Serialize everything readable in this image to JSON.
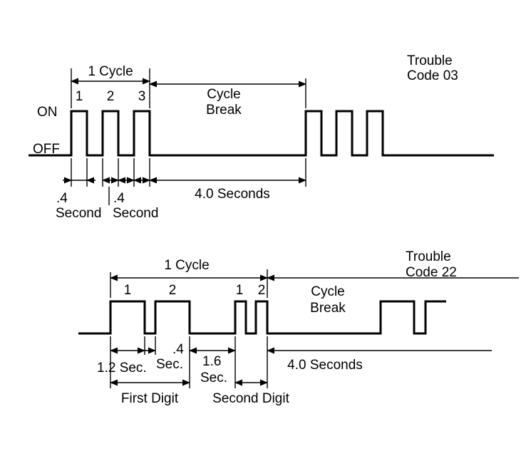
{
  "top": {
    "cycle_label": "1 Cycle",
    "pulse_numbers": [
      "1",
      "2",
      "3"
    ],
    "on_label": "ON",
    "off_label": "OFF",
    "cycle_break_line1": "Cycle",
    "cycle_break_line2": "Break",
    "trouble_line1": "Trouble",
    "trouble_line2": "Code 03",
    "dur_a_line1": ".4",
    "dur_a_line2": "Second",
    "dur_b_line1": ".4",
    "dur_b_line2": "Second",
    "break_duration": "4.0 Seconds"
  },
  "bottom": {
    "cycle_label": "1 Cycle",
    "first_numbers": [
      "1",
      "2"
    ],
    "second_numbers": [
      "1",
      "2"
    ],
    "cycle_break_line1": "Cycle",
    "cycle_break_line2": "Break",
    "trouble_line1": "Trouble",
    "trouble_line2": "Code 22",
    "dur_on": "1.2 Sec.",
    "dur_off_line1": ".4",
    "dur_off_line2": "Sec.",
    "dur_gap_line1": "1.6",
    "dur_gap_line2": "Sec.",
    "break_duration": "4.0 Seconds",
    "first_digit": "First Digit",
    "second_digit": "Second Digit"
  }
}
